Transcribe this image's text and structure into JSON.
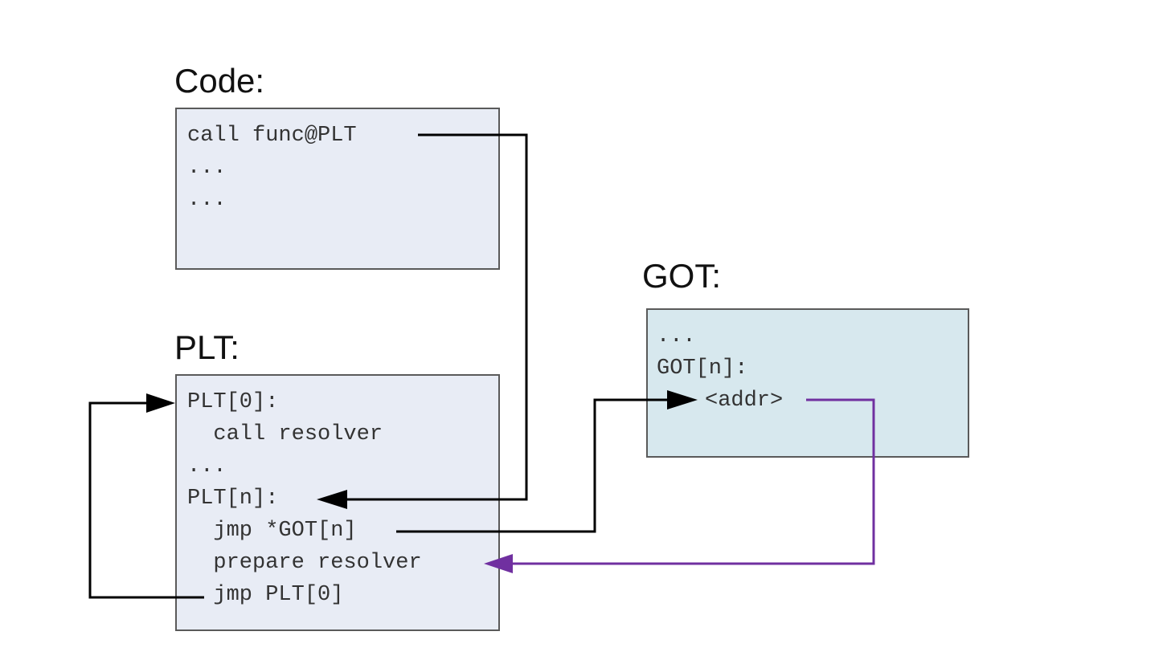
{
  "code": {
    "title": "Code:",
    "lines": [
      "call func@PLT",
      "...",
      "..."
    ]
  },
  "plt": {
    "title": "PLT:",
    "lines": [
      "PLT[0]:",
      "  call resolver",
      "...",
      "PLT[n]:",
      "  jmp *GOT[n]",
      "  prepare resolver",
      "  jmp PLT[0]"
    ]
  },
  "got": {
    "title": "GOT:",
    "lines": [
      "...",
      "GOT[n]:",
      "<addr>"
    ]
  },
  "colors": {
    "box_fill": "#e8ecf5",
    "got_fill": "#d7e8ee",
    "arrow_black": "#000000",
    "arrow_purple": "#7030a0"
  }
}
